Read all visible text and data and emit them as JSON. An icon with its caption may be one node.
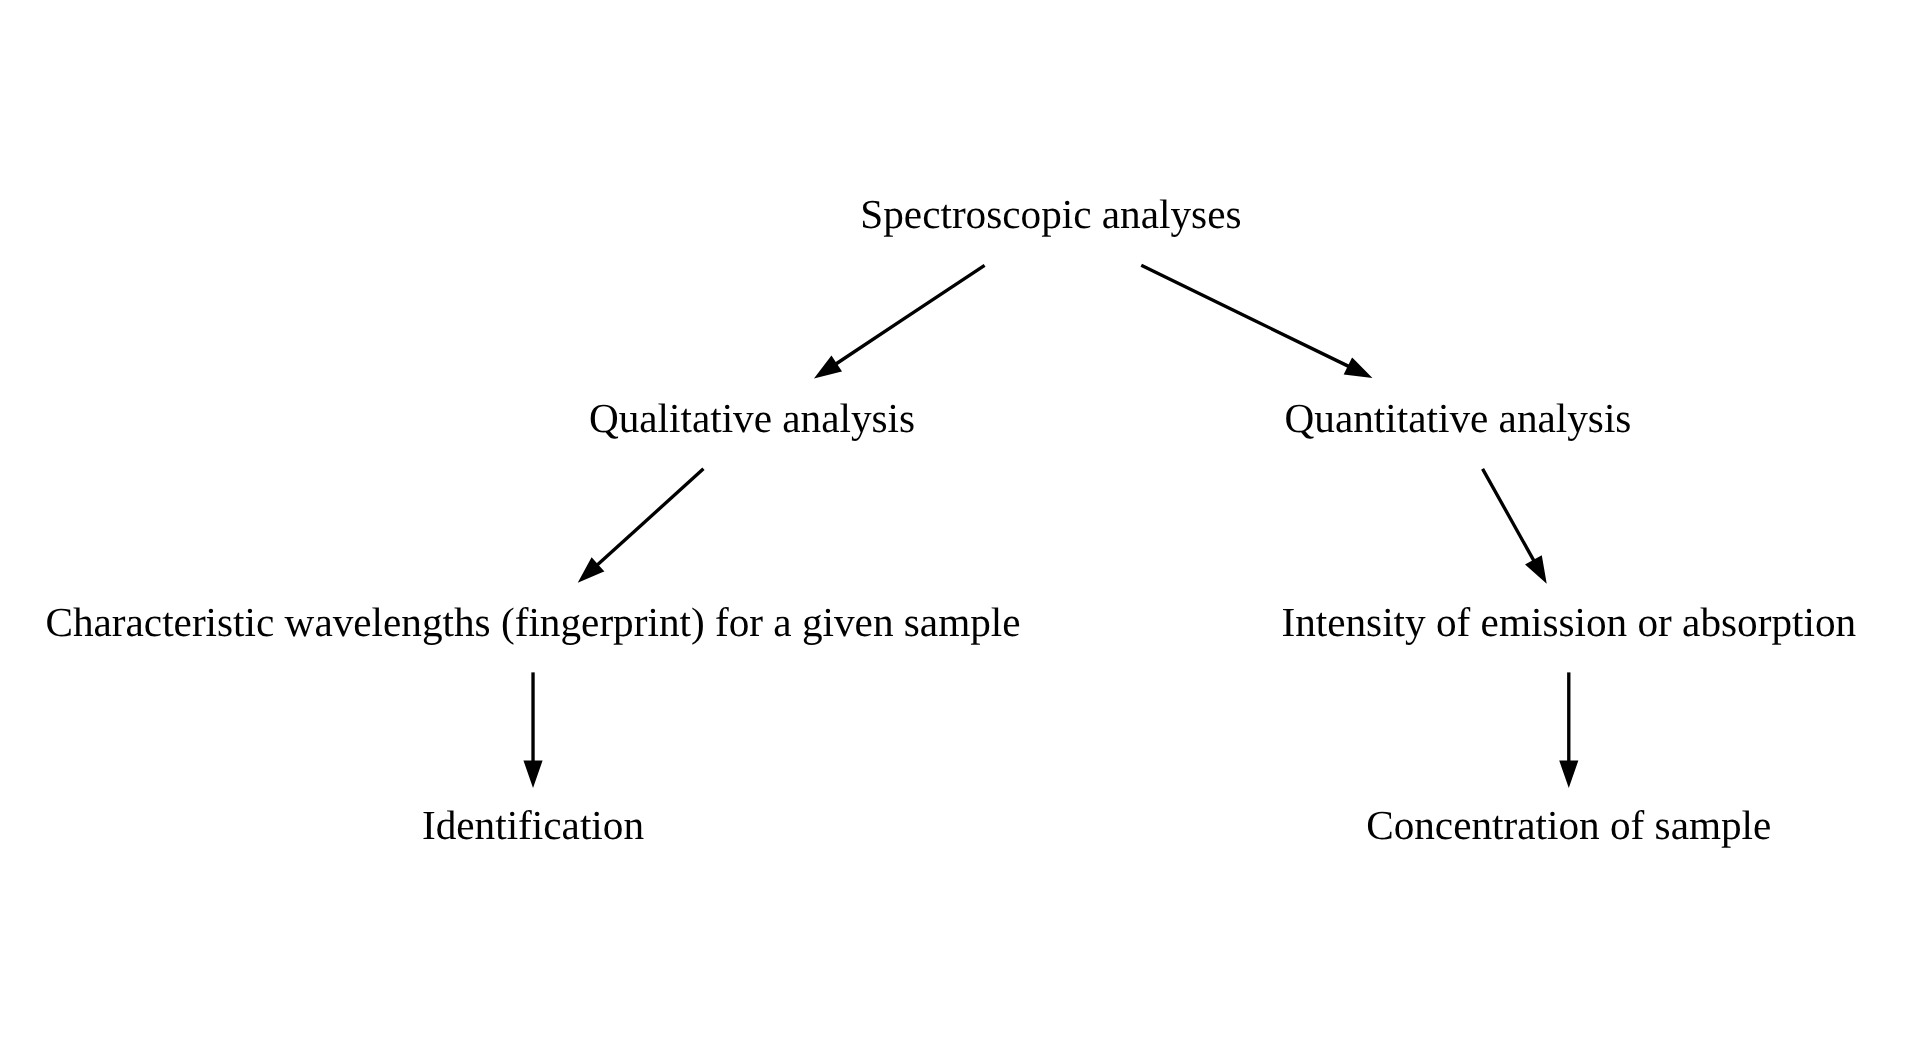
{
  "diagram": {
    "nodes": [
      {
        "text": [
          "Spectroscopic analyses"
        ]
      },
      {
        "text": [
          "Qualitative analysis"
        ]
      },
      {
        "text": [
          "Quantitative analysis"
        ]
      },
      {
        "text": [
          "Characteristic wavelengths (fingerprint) for a given sample"
        ]
      },
      {
        "text": [
          "Intensity of emission or absorption"
        ]
      },
      {
        "text": [
          "Identification"
        ]
      },
      {
        "text": [
          "Concentration of sample"
        ]
      }
    ],
    "edges": [
      {
        "from": 0,
        "to": 1,
        "arrow": "to"
      },
      {
        "from": 0,
        "to": 2,
        "arrow": "to"
      },
      {
        "from": 1,
        "to": 3,
        "arrow": "to"
      },
      {
        "from": 2,
        "to": 4,
        "arrow": "to"
      },
      {
        "from": 3,
        "to": 5,
        "arrow": "to"
      },
      {
        "from": 4,
        "to": 6,
        "arrow": "to"
      }
    ]
  }
}
